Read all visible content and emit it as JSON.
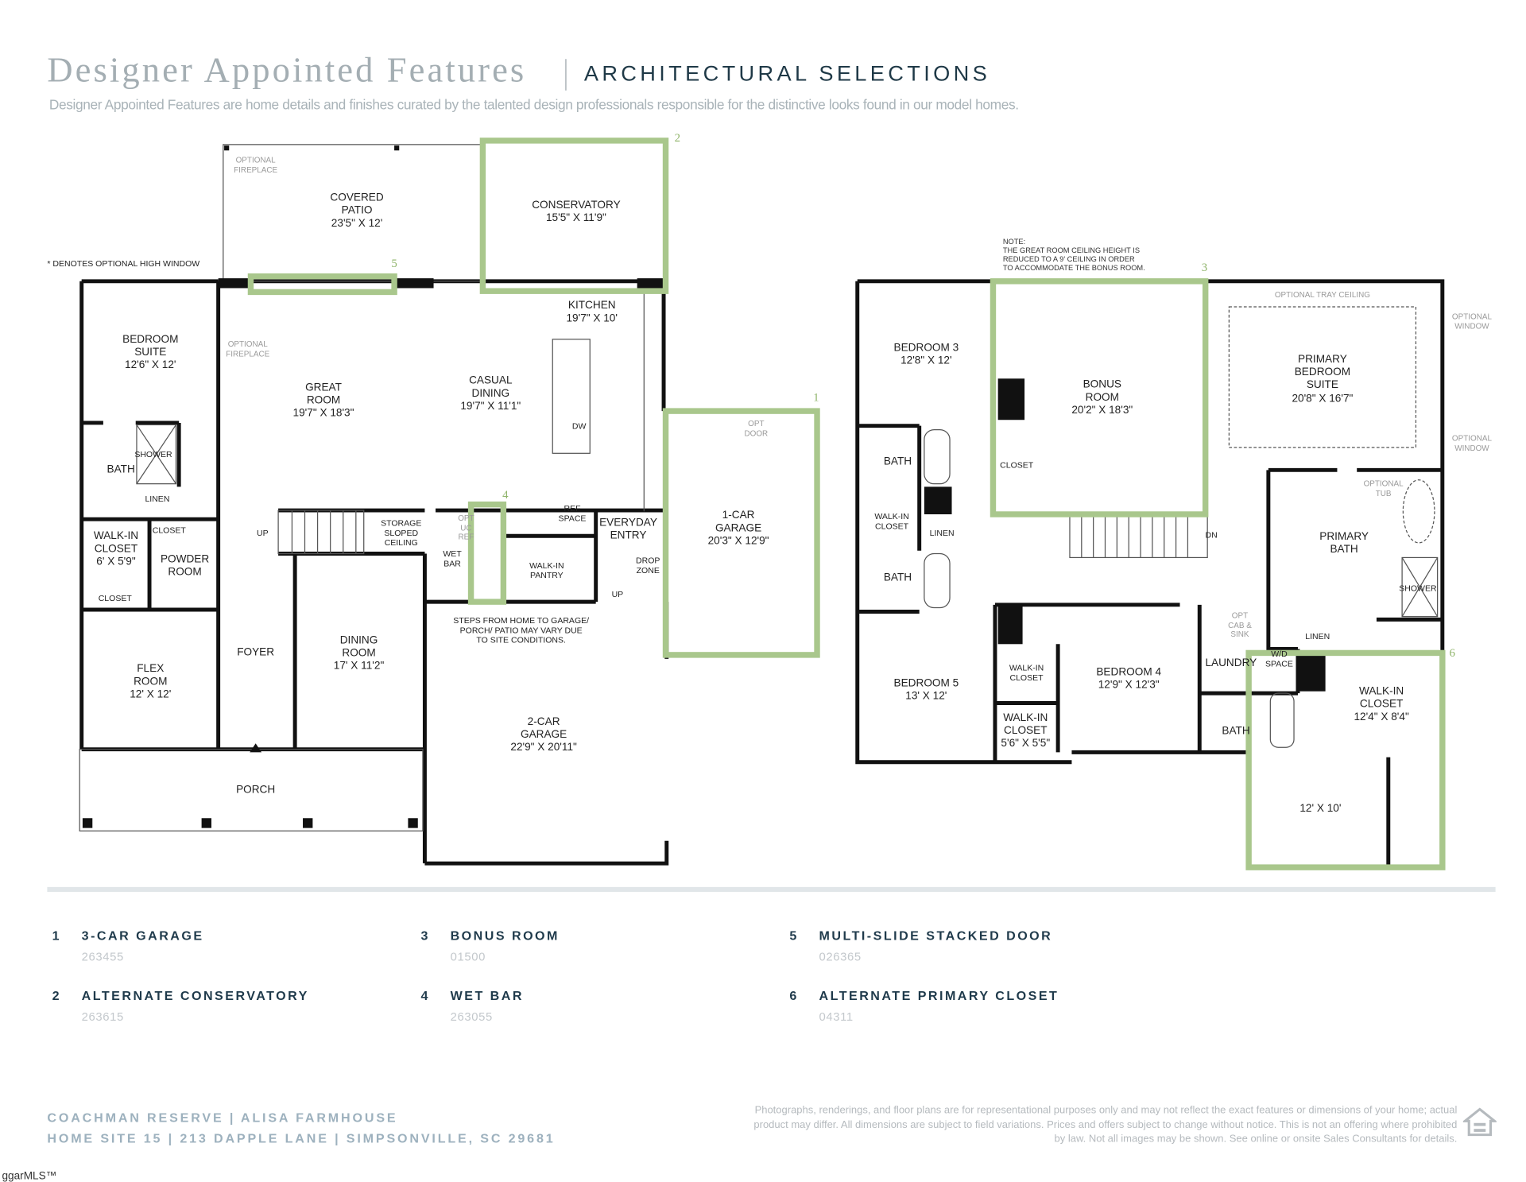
{
  "header": {
    "title": "Designer Appointed Features",
    "subtitle": "ARCHITECTURAL SELECTIONS",
    "intro": "Designer Appointed Features are home details and finishes curated by the talented design professionals responsible for the distinctive looks found in our model homes."
  },
  "colors": {
    "highlight": "#a9c78c",
    "marker": "#8fb46a",
    "title": "#a4aeb3",
    "navy": "#1f3a4b"
  },
  "first_floor": {
    "legend_note": "* DENOTES OPTIONAL HIGH WINDOW",
    "labels": [
      "COVERED\nPATIO\n23'5\" X 12'",
      "CONSERVATORY\n15'5\" X 11'9\"",
      "KITCHEN\n19'7\" X 10'",
      "BEDROOM\nSUITE\n12'6\" X 12'",
      "GREAT\nROOM\n19'7\" X 18'3\"",
      "CASUAL\nDINING\n19'7\" X 11'1\"",
      "1-CAR\nGARAGE\n20'3\" X 12'9\"",
      "BATH",
      "WALK-IN\nCLOSET\n6' X 5'9\"",
      "POWDER\nROOM",
      "FLEX\nROOM\n12' X 12'",
      "FOYER",
      "DINING\nROOM\n17' X 11'2\"",
      "PORCH",
      "2-CAR\nGARAGE\n22'9\" X 20'11\"",
      "EVERYDAY\nENTRY",
      "SHOWER",
      "LINEN",
      "CLOSET",
      "CLOSET",
      "STORAGE\nSLOPED\nCEILING",
      "WET\nBAR",
      "WALK-IN\nPANTRY",
      "REF\nSPACE",
      "DROP\nZONE",
      "UP",
      "UP",
      "DW",
      "STEPS FROM HOME TO GARAGE/\nPORCH/ PATIO MAY VARY DUE\nTO SITE CONDITIONS.",
      "OPTIONAL\nFIREPLACE",
      "OPTIONAL\nFIREPLACE",
      "OPT\nDOOR",
      "OPT\nUC\nREF"
    ]
  },
  "second_floor": {
    "note": "NOTE:\nTHE GREAT ROOM CEILING HEIGHT IS\nREDUCED TO A 9' CEILING IN ORDER\nTO ACCOMMODATE THE BONUS ROOM.",
    "labels": [
      "BEDROOM 3\n12'8\" X 12'",
      "BONUS\nROOM\n20'2\" X 18'3\"",
      "PRIMARY\nBEDROOM\nSUITE\n20'8\" X 16'7\"",
      "BATH",
      "BATH",
      "PRIMARY\nBATH",
      "BEDROOM 5\n13' X 12'",
      "BEDROOM 4\n12'9\" X 12'3\"",
      "WALK-IN\nCLOSET\n5'6\" X 5'5\"",
      "WALK-IN\nCLOSET\n12'4\" X 8'4\"",
      "12' X 10'",
      "LAUNDRY",
      "BATH",
      "CLOSET",
      "WALK-IN\nCLOSET",
      "LINEN",
      "DN",
      "SHOWER",
      "WALK-IN\nCLOSET",
      "W/D\nSPACE",
      "LINEN",
      "OPTIONAL TRAY CEILING",
      "OPTIONAL\nWINDOW",
      "OPTIONAL\nWINDOW",
      "OPTIONAL\nTUB",
      "OPT\nCAB &\nSINK"
    ]
  },
  "markers": [
    "1",
    "2",
    "3",
    "4",
    "5",
    "6"
  ],
  "legend": [
    {
      "num": "1",
      "name": "3-CAR GARAGE",
      "code": "263455"
    },
    {
      "num": "2",
      "name": "ALTERNATE CONSERVATORY",
      "code": "263615"
    },
    {
      "num": "3",
      "name": "BONUS ROOM",
      "code": "01500"
    },
    {
      "num": "4",
      "name": "WET BAR",
      "code": "263055"
    },
    {
      "num": "5",
      "name": "MULTI-SLIDE STACKED DOOR",
      "code": "026365"
    },
    {
      "num": "6",
      "name": "ALTERNATE PRIMARY CLOSET",
      "code": "04311"
    }
  ],
  "footer": {
    "community_line": "COACHMAN RESERVE  |  ALISA FARMHOUSE",
    "address_line": "HOME SITE 15  |  213 DAPPLE LANE  |  SIMPSONVILLE, SC 29681",
    "disclaimer": "Photographs, renderings, and floor plans are for representational purposes only and may not reflect the exact features or dimensions of your home; actual product may differ. All dimensions are subject to field variations. Prices and offers subject to change without notice. This is not an offering where prohibited by law. Not all images may be shown. See online or onsite Sales Consultants for details.",
    "eho_icon": "equal-housing-opportunity-icon",
    "watermark": "ggarMLS™"
  }
}
